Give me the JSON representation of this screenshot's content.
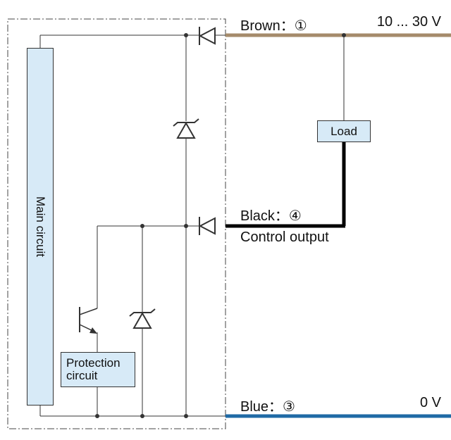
{
  "terminals": {
    "brown": {
      "label": "Brown：①",
      "voltage": "10 ... 30 V",
      "color": "#a58b6b"
    },
    "black": {
      "label": "Black：④",
      "sublabel": "Control output",
      "color": "#000000"
    },
    "blue": {
      "label": "Blue：③",
      "voltage": "0 V",
      "color": "#1f6aa5"
    }
  },
  "blocks": {
    "main_circuit": "Main circuit",
    "load": "Load",
    "protection_line1": "Protection",
    "protection_line2": "circuit"
  },
  "colors": {
    "box_fill": "#d7eaf7",
    "wire": "#333333"
  }
}
